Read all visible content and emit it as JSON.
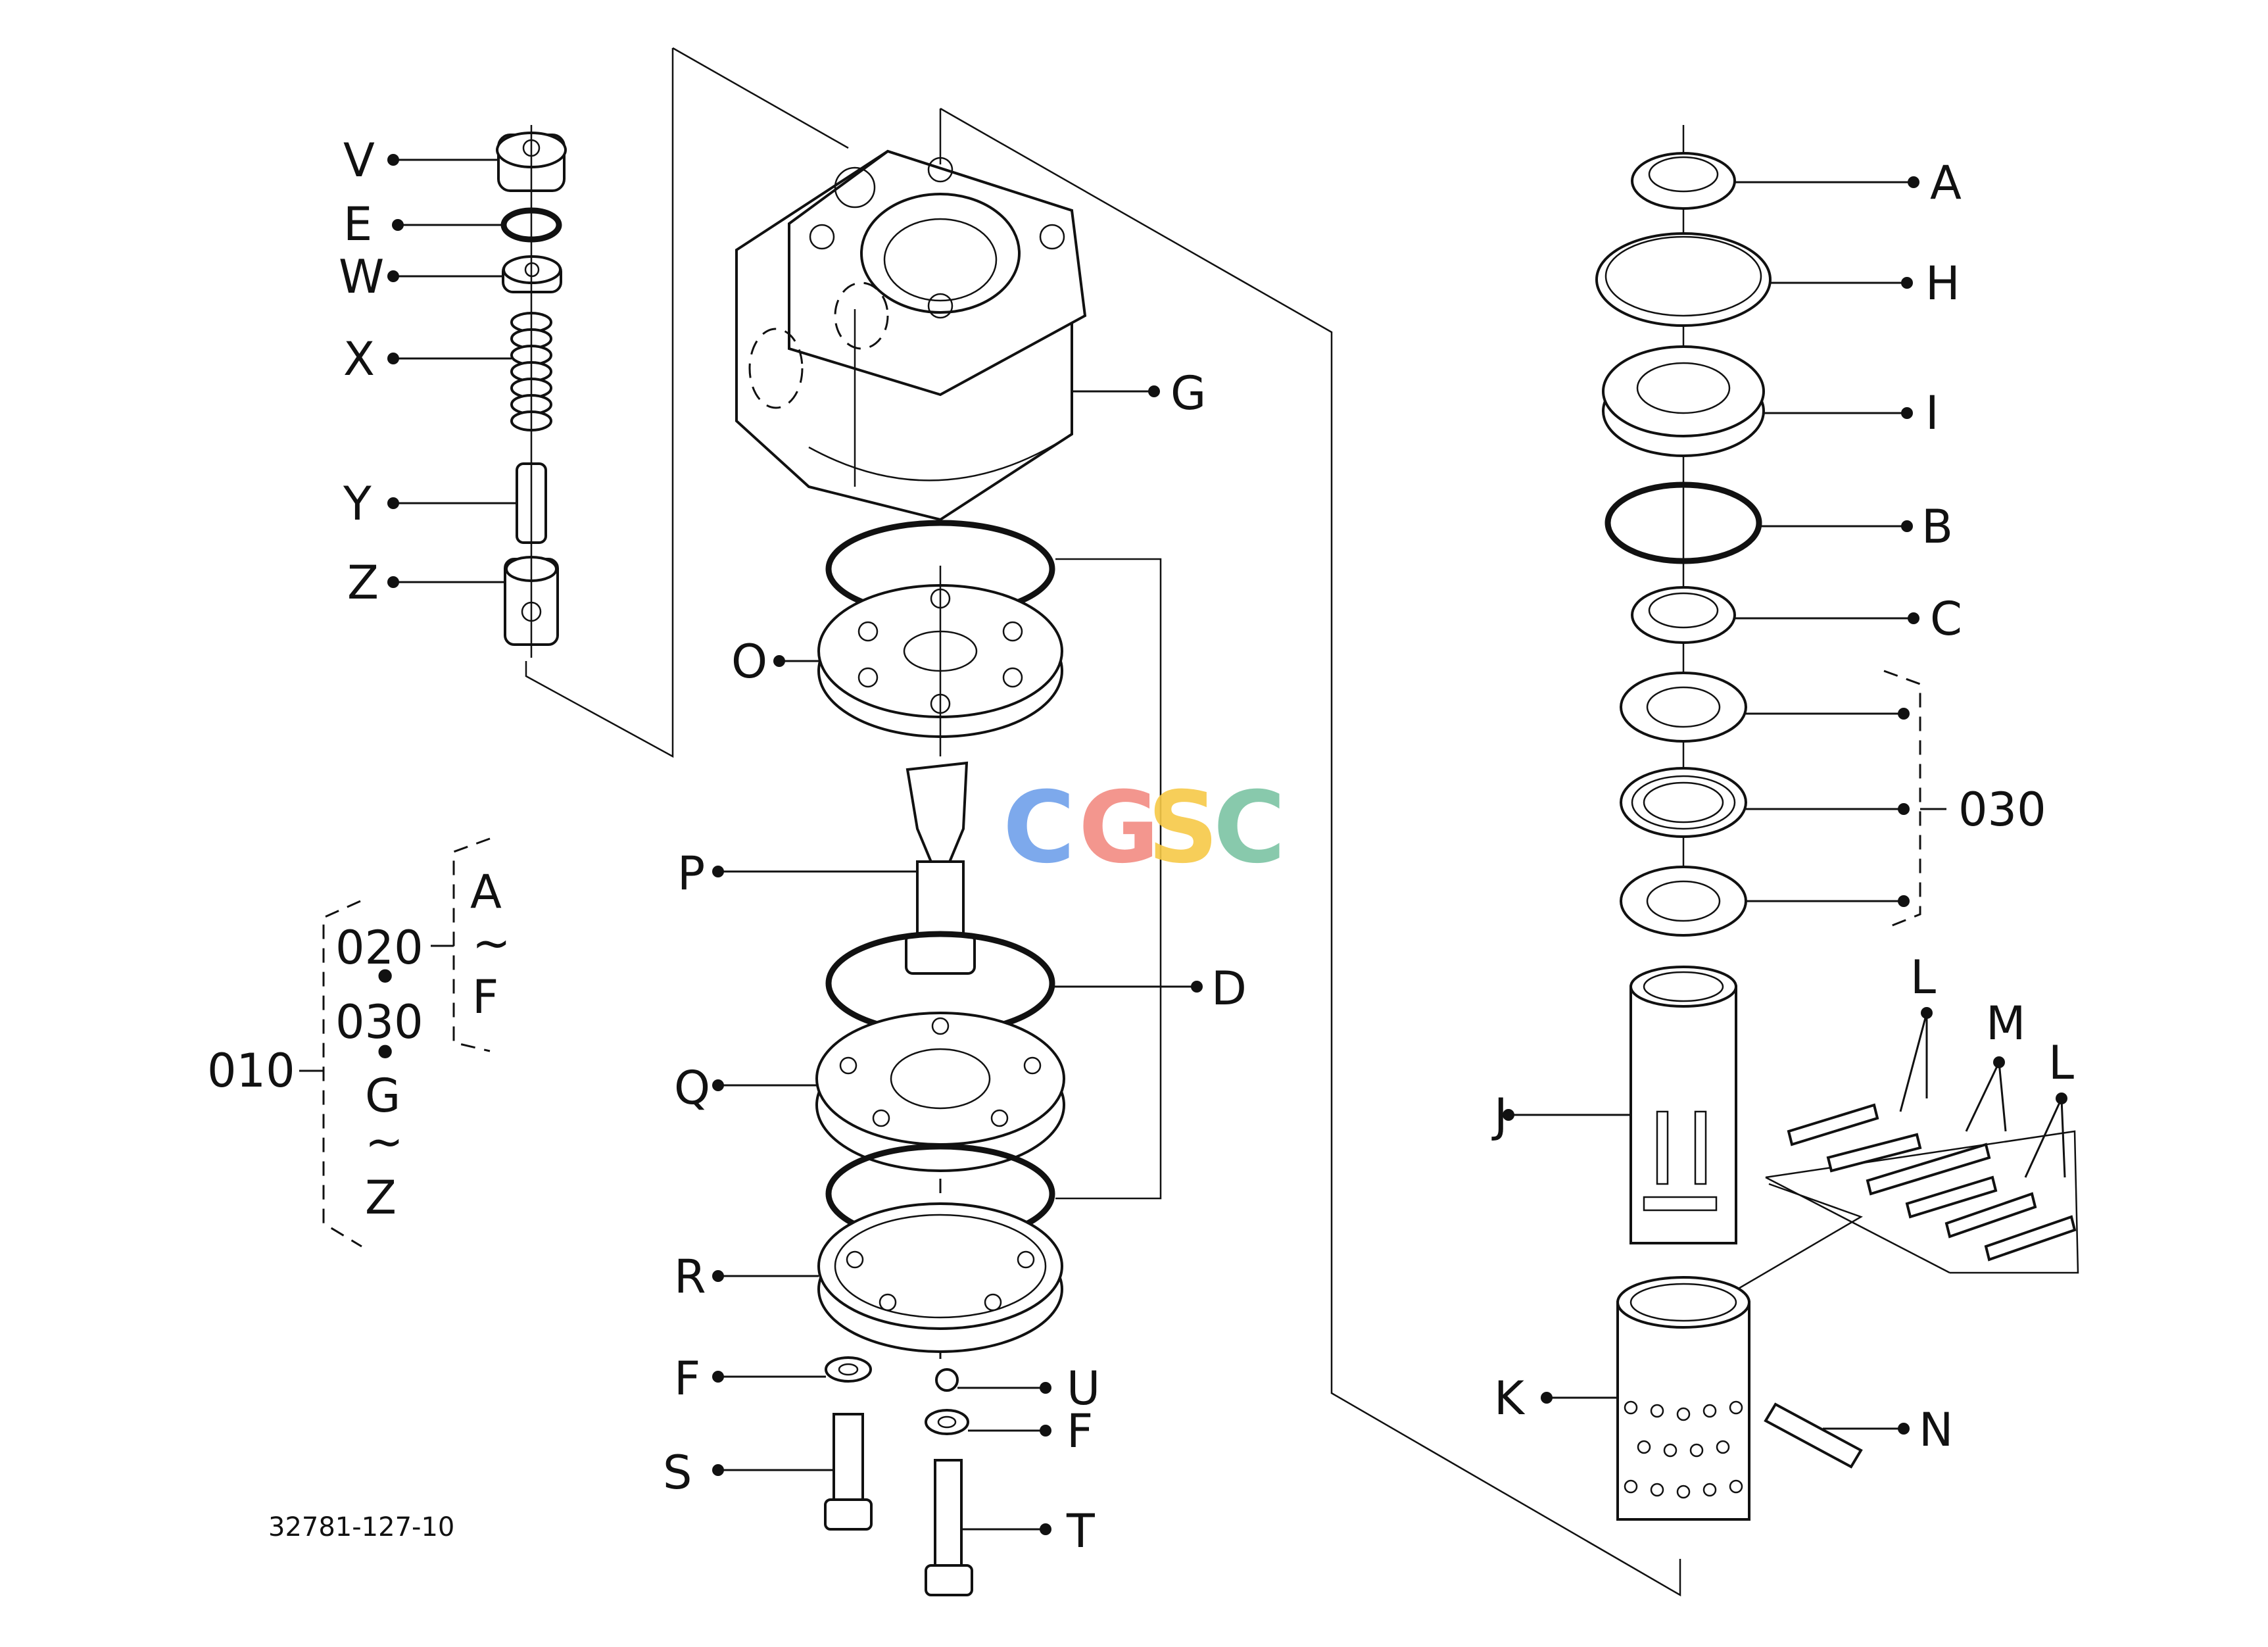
{
  "labels": {
    "V": "V",
    "E": "E",
    "W": "W",
    "X": "X",
    "Y": "Y",
    "Z": "Z",
    "O": "O",
    "P": "P",
    "Q": "Q",
    "R": "R",
    "F_left": "F",
    "S": "S",
    "U": "U",
    "F_right": "F",
    "T": "T",
    "G": "G",
    "D": "D",
    "A": "A",
    "H": "H",
    "I": "I",
    "B": "B",
    "C": "C",
    "J": "J",
    "K": "K",
    "N": "N",
    "L_left": "L",
    "M": "M",
    "L_right": "L"
  },
  "assembly": {
    "group_030": "030",
    "sub_020": "020",
    "sub_030": "030",
    "sub_A": "A",
    "sub_tilde_1": "~",
    "sub_F": "F",
    "sub_G": "G",
    "sub_tilde_2": "~",
    "sub_Z": "Z",
    "main_010": "010",
    "bullet_1": "•",
    "bullet_2": "•"
  },
  "drawing_number": "32781-127-10",
  "watermark": {
    "letters": [
      "C",
      "G",
      "S",
      "C"
    ],
    "colors": [
      "#6fa0ea",
      "#f28b82",
      "#f7c948",
      "#7cc4a4"
    ]
  }
}
